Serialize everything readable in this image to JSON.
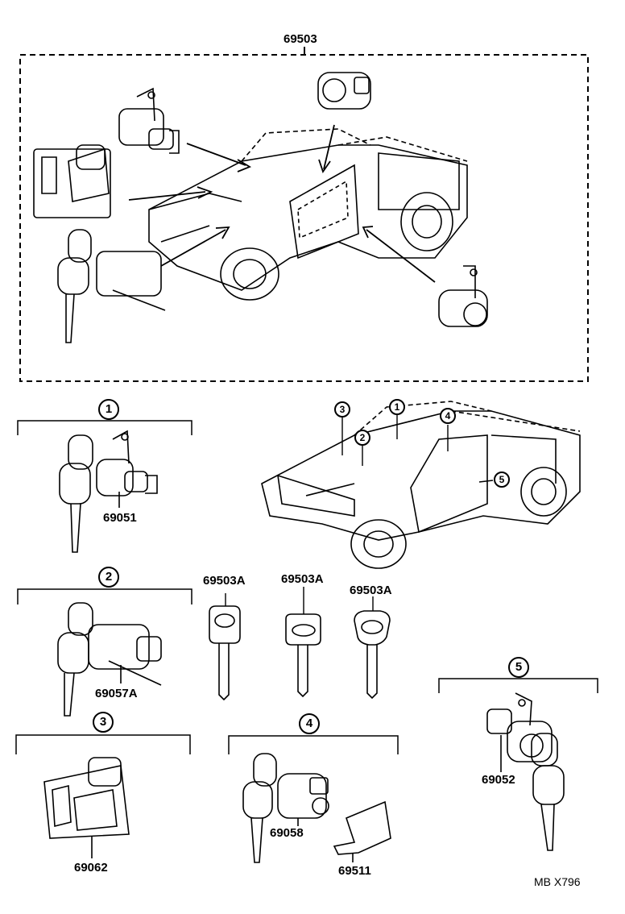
{
  "top_box": {
    "label": "69503"
  },
  "groups": [
    {
      "callout": "1",
      "part": "69051"
    },
    {
      "callout": "2",
      "part": "69057A"
    },
    {
      "callout": "3",
      "part": "69062"
    },
    {
      "callout": "4",
      "parts": [
        "69058",
        "69511"
      ]
    },
    {
      "callout": "5",
      "part": "69052"
    }
  ],
  "key_blanks": [
    "69503A",
    "69503A",
    "69503A"
  ],
  "truck_callouts": [
    "1",
    "2",
    "3",
    "4",
    "5"
  ],
  "footer_code": "MB X796",
  "line_color": "#000000",
  "background_color": "#ffffff"
}
